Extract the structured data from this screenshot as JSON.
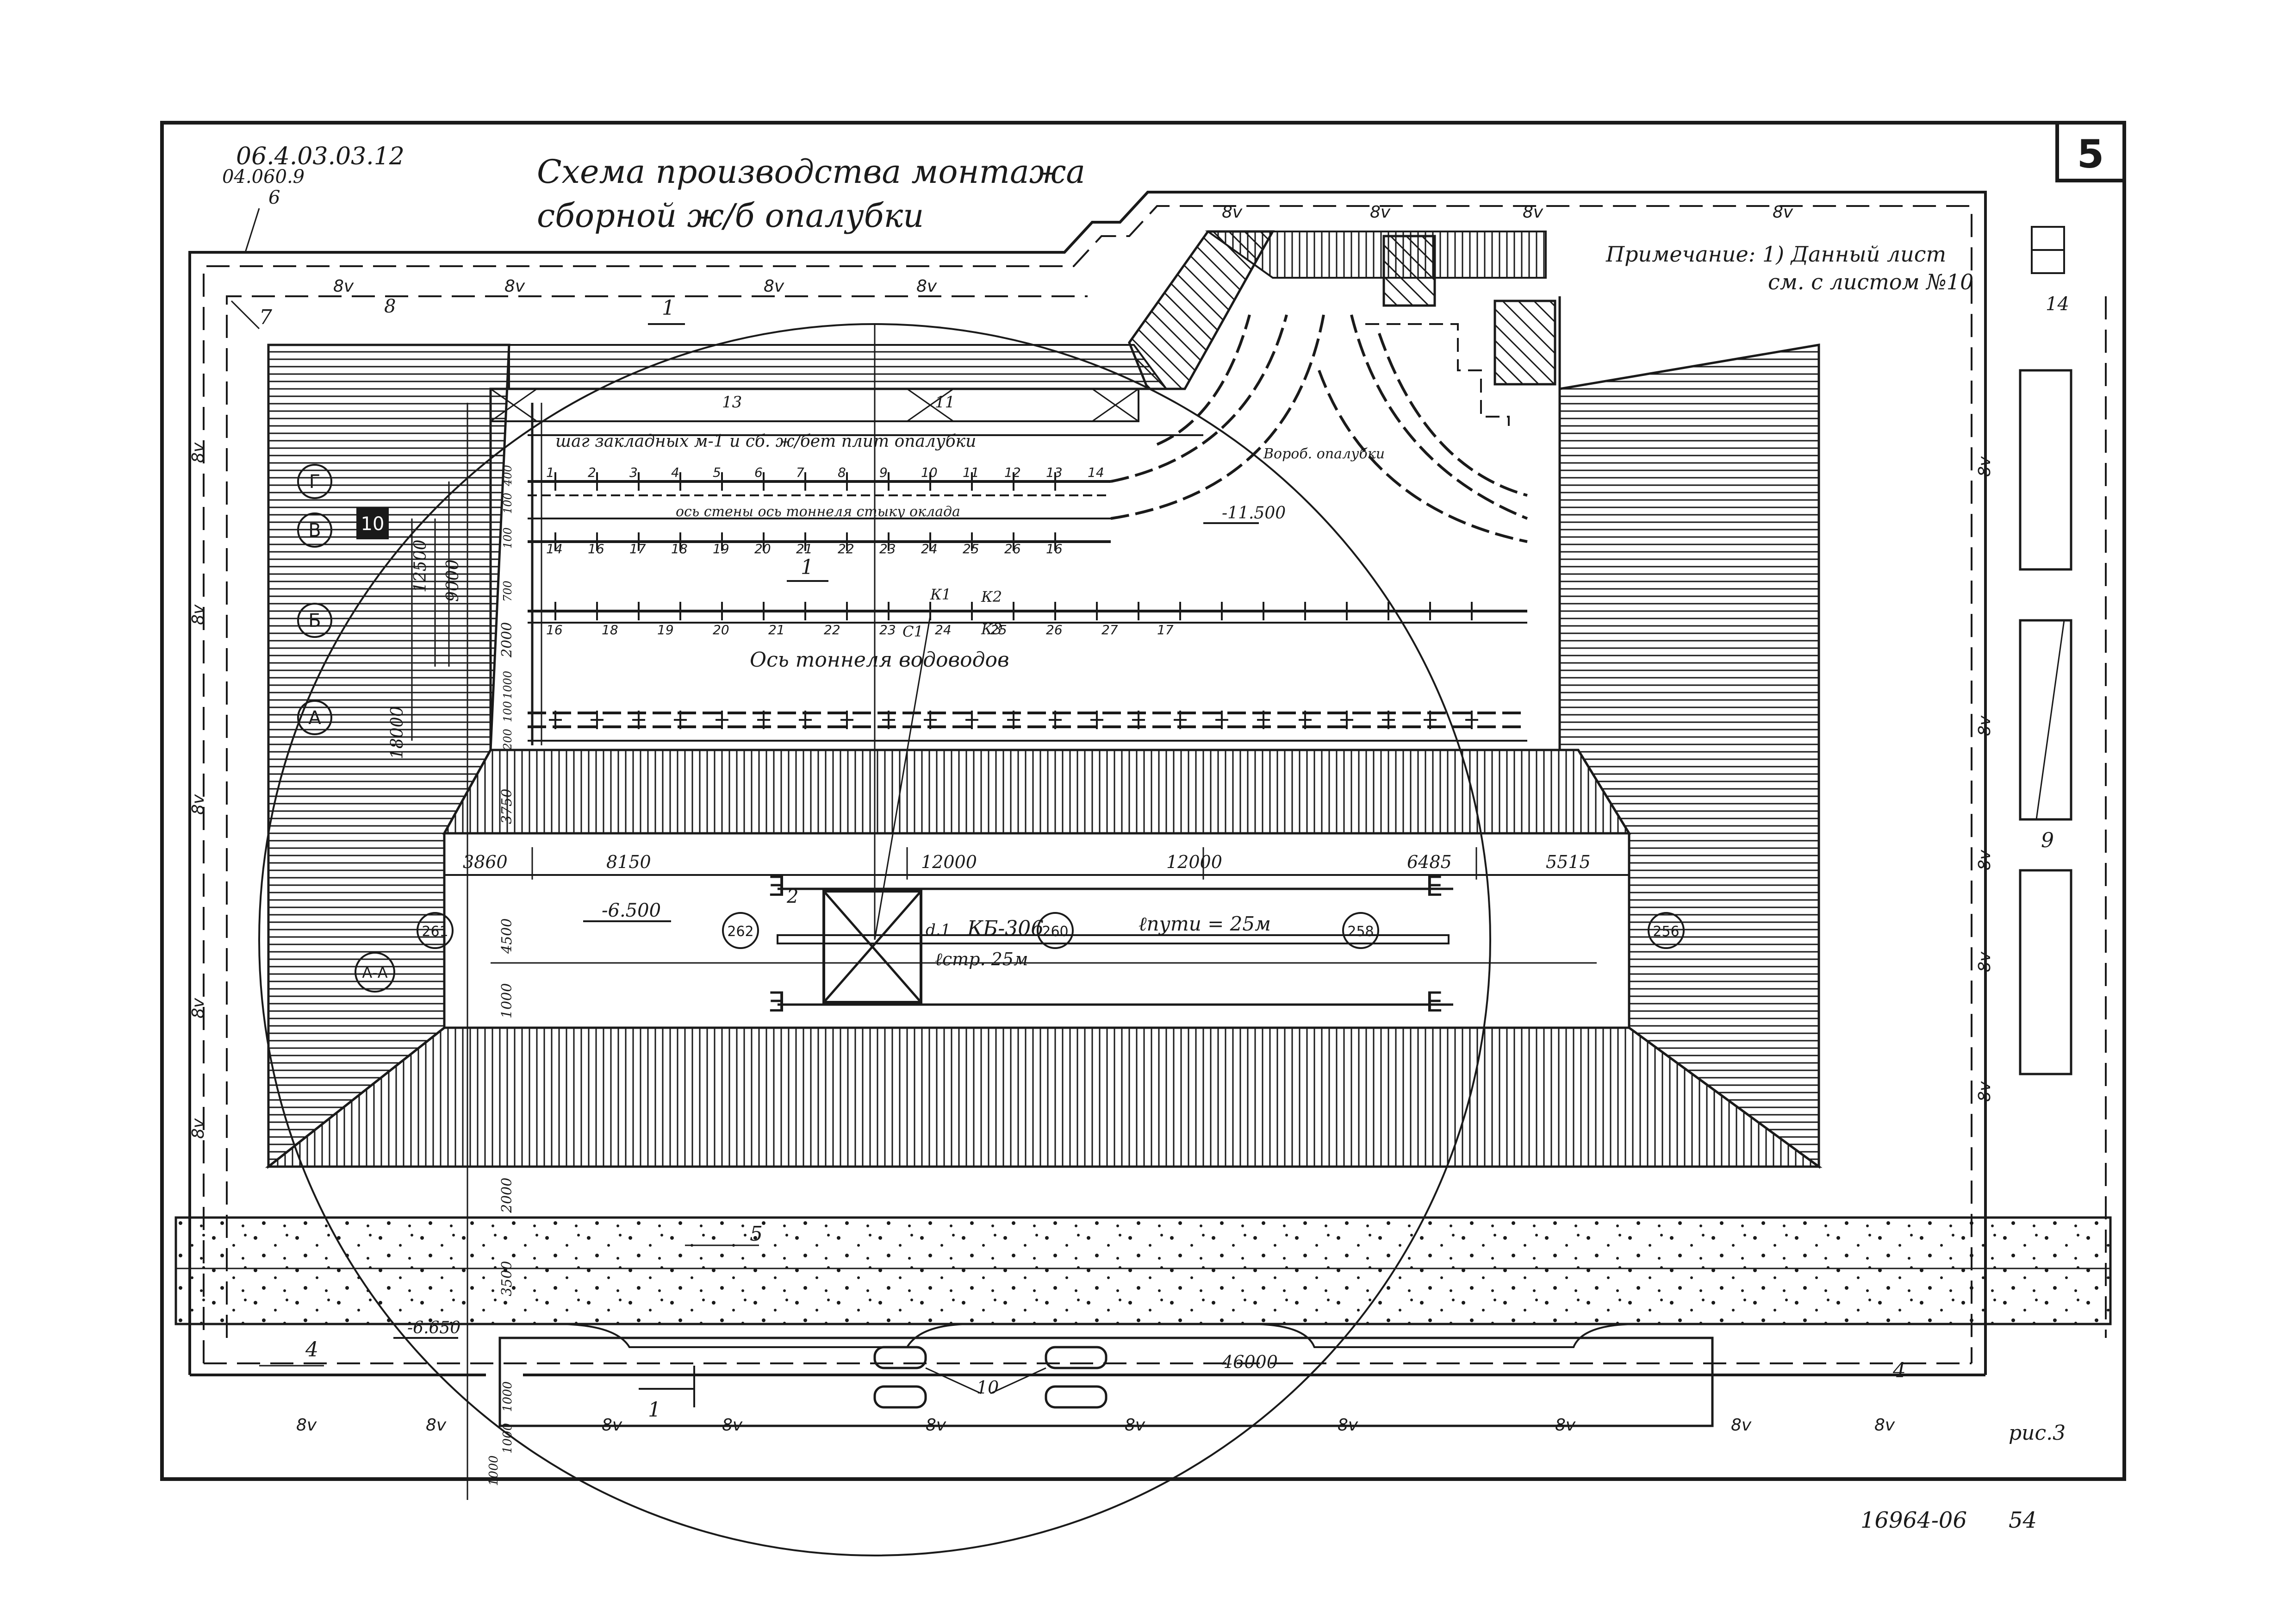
{
  "header": {
    "code1": "06.4.03.03.12",
    "code2": "04.060.9",
    "title_line1": "Схема производства монтажа",
    "title_line2": "сборной ж/б опалубки",
    "sheet_number": "5"
  },
  "note": {
    "line1": "Примечание: 1) Данный лист",
    "line2": "см. с листом №10"
  },
  "labels": {
    "label_1_top": "1",
    "label_6": "6",
    "label_7": "7",
    "label_8": "8",
    "label_13": "13",
    "label_11": "11",
    "label_14": "14",
    "label_9": "9",
    "label_5": "5",
    "label_4_left": "4",
    "label_4_right": "4",
    "label_10_box": "10",
    "label_10_bottom": "10",
    "label_1_center": "1",
    "label_1_bottom": "1",
    "label_2": "2",
    "fence_mark": "8v"
  },
  "axes": {
    "g": "Г",
    "v": "В",
    "b": "Б",
    "a": "А",
    "aa": "А-А"
  },
  "annotations": {
    "embedded_step": "шаг закладных м-1 и сб. ж/бет плит опалубки",
    "tunnel_axis_upper": "ось стены ось тоннеля стыку оклада",
    "tunnel_axis": "Ось тоннеля водоводов",
    "curve_formwork": "Вороб. опалубки",
    "level_upper": "-11.500",
    "level_mid": "-6.500",
    "level_bottom": "-6.650",
    "crane": "КБ-306",
    "crane_prefix": "d.1",
    "crane_path": "ℓпути = 25м",
    "crane_reach": "ℓстр. 25м",
    "k1": "К1",
    "k2": "К2",
    "k3": "К3",
    "c1": "С1",
    "fig": "рис.3",
    "footer_code": "16964-06",
    "footer_page": "54"
  },
  "dimensions": {
    "horizontal": [
      "3860",
      "8150",
      "12000",
      "12000",
      "6485",
      "5515"
    ],
    "overall_length": "46000",
    "vertical_left": [
      "18000",
      "12500",
      "9000",
      "2000",
      "3750",
      "4500",
      "1000",
      "2000",
      "3500",
      "1000",
      "1000",
      "1000"
    ],
    "vertical_small": [
      "100",
      "400",
      "100",
      "700",
      "100",
      "200",
      "1000"
    ]
  },
  "stations": [
    "261",
    "262",
    "260",
    "258",
    "256"
  ],
  "row_g_marks": [
    "1",
    "2",
    "3",
    "4",
    "5",
    "6",
    "7",
    "8",
    "9",
    "10",
    "11",
    "12",
    "13",
    "14"
  ],
  "row_v_marks": [
    "14",
    "16",
    "17",
    "18",
    "19",
    "20",
    "21",
    "22",
    "23",
    "24",
    "25",
    "26",
    "16"
  ],
  "row_b_marks": [
    "16",
    "18",
    "19",
    "20",
    "21",
    "22",
    "23",
    "24",
    "25",
    "26",
    "27",
    "17"
  ]
}
